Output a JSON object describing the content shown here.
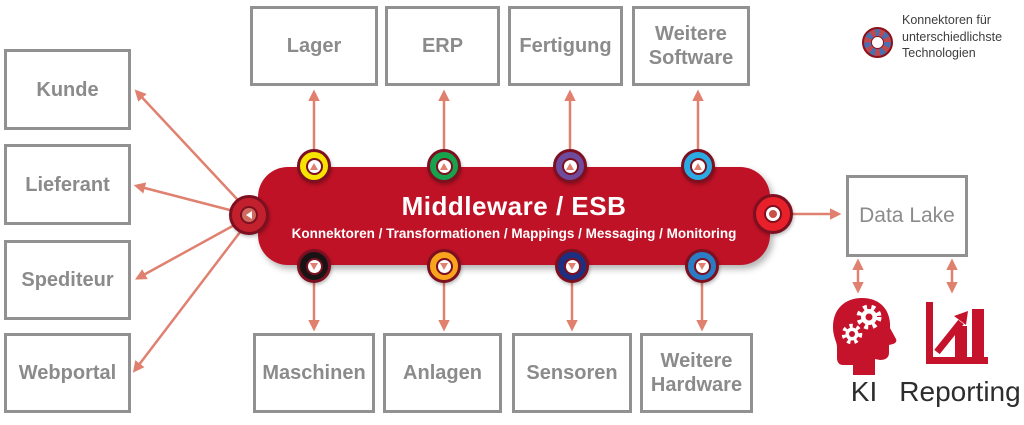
{
  "legend": {
    "label": "Konnektoren für unterschiedlichste Technologien"
  },
  "middleware": {
    "title": "Middleware / ESB",
    "subtitle": "Konnektoren / Transformationen / Mappings / Messaging / Monitoring"
  },
  "sources_left": [
    "Kunde",
    "Lieferant",
    "Spediteur",
    "Webportal"
  ],
  "systems_top": [
    "Lager",
    "ERP",
    "Fertigung",
    "Weitere Software"
  ],
  "devices_bottom": [
    "Maschinen",
    "Anlagen",
    "Sensoren",
    "Weitere Hardware"
  ],
  "right_side": {
    "data_lake": "Data Lake",
    "ki": "KI",
    "reporting": "Reporting"
  },
  "connector_colors": {
    "top": [
      "#f6e400",
      "#17a24e",
      "#6f4b9e",
      "#2babe3"
    ],
    "bottom": [
      "#181314",
      "#f8a41d",
      "#1c2f80",
      "#2a7dc4"
    ],
    "left": "#c2202d",
    "right": "#e7202a"
  },
  "colors": {
    "bar_red": "#bf1226",
    "arrow_salmon": "#e08170",
    "icon_red": "#c4132b"
  }
}
